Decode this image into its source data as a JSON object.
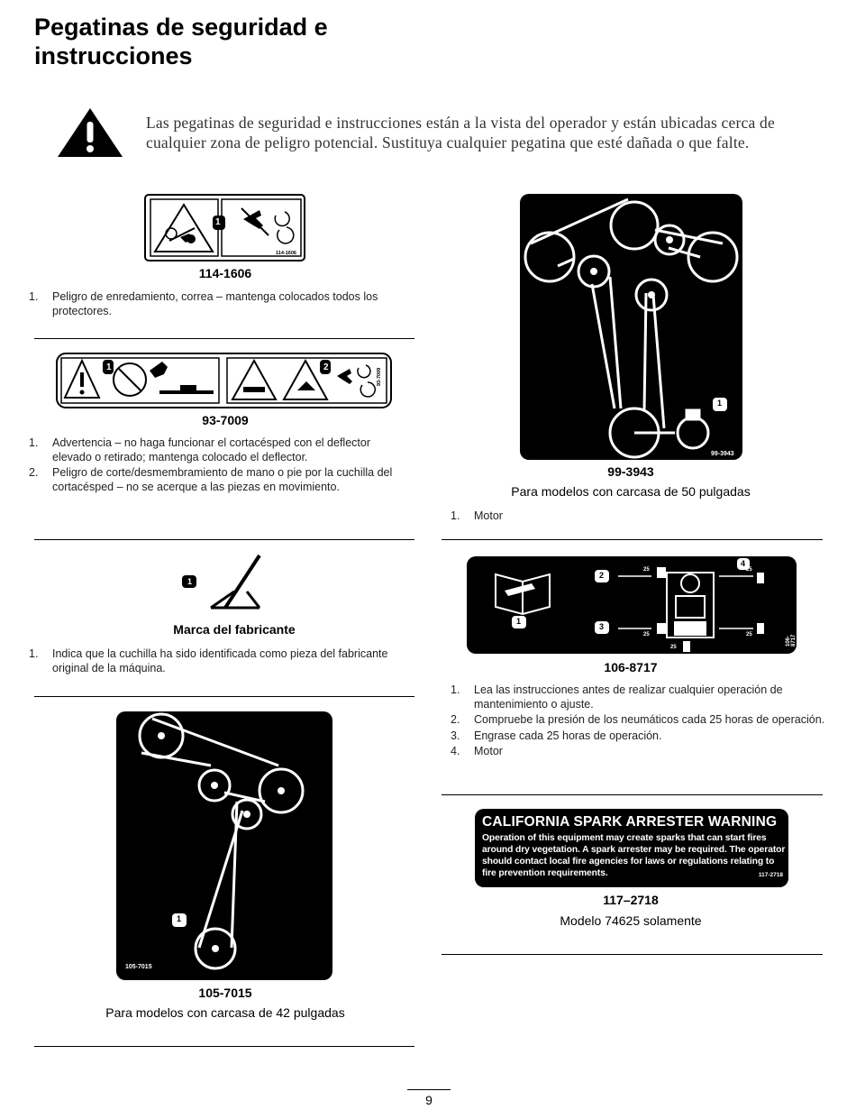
{
  "page": {
    "title_line1": "Pegatinas de seguridad e",
    "title_line2": "instrucciones",
    "intro": "Las pegatinas de seguridad e instrucciones están a la vista del operador y están ubicadas cerca de cualquier zona de peligro potencial. Sustituya cualquier pegatina que esté dañada o que falte.",
    "page_number": "9"
  },
  "decal_114_1606": {
    "code": "114-1606",
    "small_code": "114-1606",
    "callout": "1",
    "items": [
      {
        "num": "1.",
        "text": "Peligro de enredamiento, correa – mantenga colocados todos los protectores."
      }
    ]
  },
  "decal_93_7009": {
    "code": "93-7009",
    "small_code": "93-7009",
    "callouts": [
      "1",
      "2"
    ],
    "items": [
      {
        "num": "1.",
        "text": "Advertencia – no haga funcionar el cortacésped con el deflector elevado o retirado; mantenga colocado el deflector."
      },
      {
        "num": "2.",
        "text": "Peligro de corte/desmembramiento de mano o pie por la cuchilla del cortacésped – no se acerque a las piezas en movimiento."
      }
    ]
  },
  "marca": {
    "code": "Marca del fabricante",
    "callout": "1",
    "items": [
      {
        "num": "1.",
        "text": "Indica que la cuchilla ha sido identificada como pieza del fabricante original de la máquina."
      }
    ]
  },
  "decal_105_7015": {
    "code": "105-7015",
    "small_code": "105-7015",
    "callout": "1",
    "caption": "Para modelos con carcasa de 42 pulgadas"
  },
  "decal_99_3943": {
    "code": "99-3943",
    "small_code": "99-3943",
    "callout": "1",
    "caption": "Para modelos con carcasa de 50 pulgadas",
    "items": [
      {
        "num": "1.",
        "text": "Motor"
      }
    ]
  },
  "decal_106_8717": {
    "code": "106-8717",
    "small_code": "106-8717",
    "callouts": [
      "1",
      "2",
      "3",
      "4"
    ],
    "hours": "25",
    "items": [
      {
        "num": "1.",
        "text": "Lea las instrucciones antes de realizar cualquier operación de mantenimiento o ajuste."
      },
      {
        "num": "2.",
        "text": "Compruebe la presión de los neumáticos cada 25 horas de operación."
      },
      {
        "num": "3.",
        "text": "Engrase cada 25 horas de operación."
      },
      {
        "num": "4.",
        "text": "Motor"
      }
    ]
  },
  "decal_117_2718": {
    "heading": "CALIFORNIA SPARK ARRESTER WARNING",
    "body": "Operation of this equipment may create sparks that can start fires around dry vegetation. A spark arrester may be required. The operator should contact local fire agencies for laws or regulations relating to fire prevention requirements.",
    "small_code": "117-2718",
    "code": "117–2718",
    "caption": "Modelo 74625 solamente"
  }
}
